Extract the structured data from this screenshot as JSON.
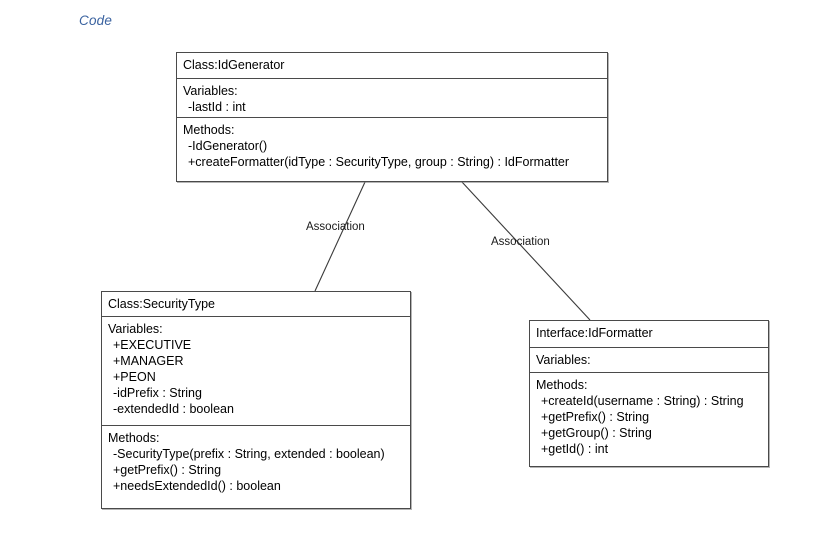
{
  "page": {
    "heading": "Code"
  },
  "diagram": {
    "type": "uml-class-diagram",
    "classes": [
      {
        "id": "idgenerator",
        "title": "Class:IdGenerator",
        "variables_label": "Variables:",
        "variables": [
          "-lastId : int"
        ],
        "methods_label": "Methods:",
        "methods": [
          "-IdGenerator()",
          "+createFormatter(idType : SecurityType, group : String) : IdFormatter"
        ]
      },
      {
        "id": "securitytype",
        "title": "Class:SecurityType",
        "variables_label": "Variables:",
        "variables": [
          "+EXECUTIVE",
          "+MANAGER",
          "+PEON",
          "-idPrefix : String",
          "-extendedId : boolean"
        ],
        "methods_label": "Methods:",
        "methods": [
          "-SecurityType(prefix : String, extended : boolean)",
          "+getPrefix() : String",
          "+needsExtendedId() : boolean"
        ]
      },
      {
        "id": "idformatter",
        "title": "Interface:IdFormatter",
        "variables_label": "Variables:",
        "variables": [],
        "methods_label": "Methods:",
        "methods": [
          "+createId(username : String) : String",
          "+getPrefix() : String",
          "+getGroup() : String",
          "+getId() : int"
        ]
      }
    ],
    "relationships": [
      {
        "id": "assoc-left",
        "label": "Association",
        "from": "idgenerator",
        "to": "securitytype"
      },
      {
        "id": "assoc-right",
        "label": "Association",
        "from": "idgenerator",
        "to": "idformatter"
      }
    ]
  },
  "colors": {
    "heading": "#3b63a0",
    "box_border": "#4a4a4a",
    "connector": "#3a3a3a",
    "background": "#ffffff",
    "text": "#000000"
  }
}
